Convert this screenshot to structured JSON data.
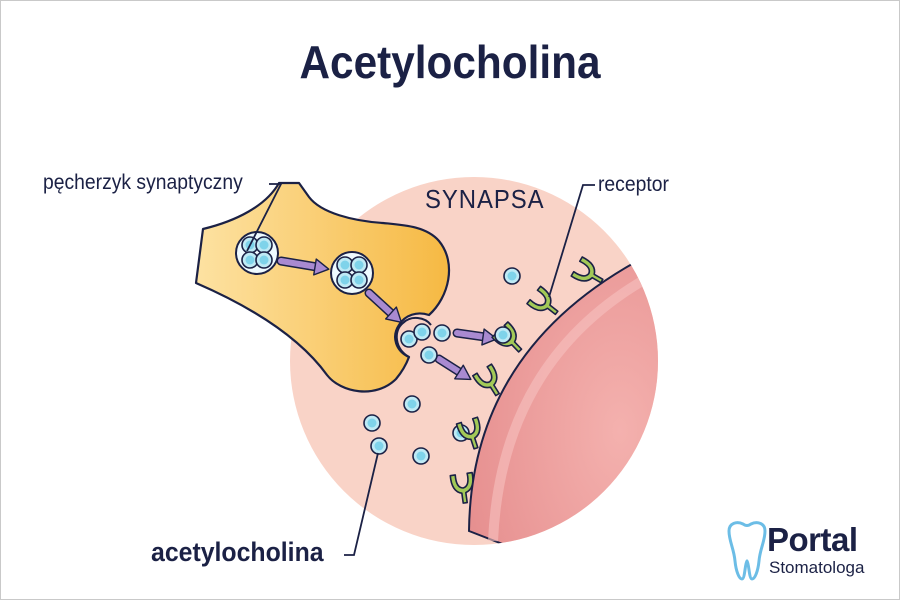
{
  "title": "Acetylocholina",
  "labels": {
    "vesicle": "pęcherzyk synaptyczny",
    "synapse": "SYNAPSA",
    "receptor": "receptor",
    "acetylcholine": "acetylocholina"
  },
  "logo": {
    "name": "Portal",
    "subtitle": "Stomatologa"
  },
  "colors": {
    "title": "#1b2145",
    "synapse_bg": "#f9d3c7",
    "neuron_fill": "#f7c65a",
    "postsynaptic_cell": "#ee9f9f",
    "receptor": "#9fc652",
    "vesicle_stroke": "#1b2145",
    "molecule": "#7fd3ea",
    "arrow": "#a98ad1"
  }
}
